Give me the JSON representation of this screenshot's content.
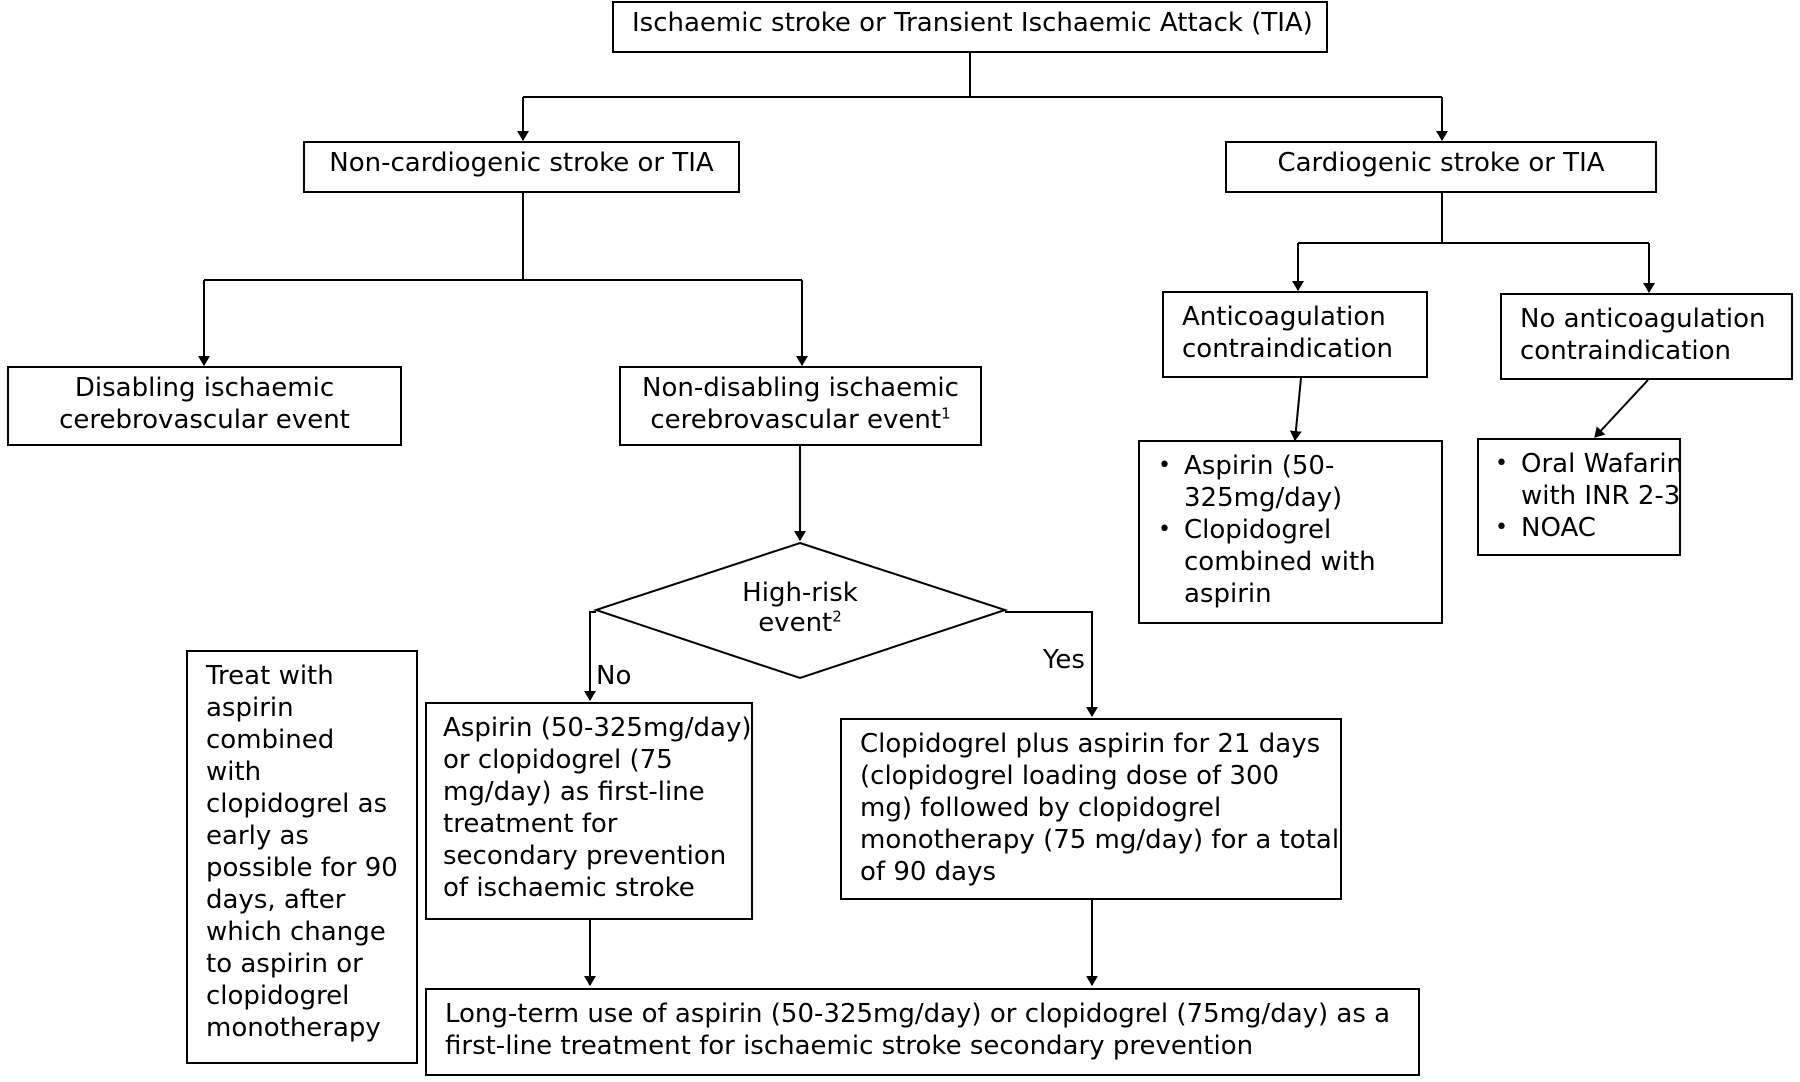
{
  "nodes": {
    "root": {
      "line1": "Ischaemic stroke or Transient Ischaemic Attack (TIA)"
    },
    "non_cardiogenic": {
      "line1": "Non-cardiogenic stroke or TIA"
    },
    "cardiogenic": {
      "line1": "Cardiogenic stroke or TIA"
    },
    "disabling": {
      "line1": "Disabling ischaemic",
      "line2": "cerebrovascular event"
    },
    "non_disabling": {
      "line1": "Non-disabling ischaemic",
      "line2": "cerebrovascular event",
      "sup": "1"
    },
    "anticoag_contra": {
      "line1": "Anticoagulation",
      "line2": "contraindication"
    },
    "no_anticoag_contra": {
      "line1": "No anticoagulation",
      "line2": "contraindication"
    },
    "high_risk": {
      "line1": "High-risk",
      "line2": "event",
      "sup": "2"
    },
    "contra_treatment": {
      "items": [
        [
          "Aspirin (50-",
          "325mg/day)"
        ],
        [
          "Clopidogrel",
          "combined with",
          "aspirin"
        ]
      ]
    },
    "no_contra_treatment": {
      "items": [
        [
          "Oral Wafarin",
          "with INR 2-3"
        ],
        [
          "NOAC"
        ]
      ]
    },
    "disabling_treatment": {
      "lines": [
        "Treat with",
        "aspirin",
        "combined",
        "with",
        "clopidogrel as",
        "early as",
        "possible for 90",
        "days, after",
        "which change",
        "to aspirin or",
        "clopidogrel",
        "monotherapy"
      ]
    },
    "no_branch": {
      "lines": [
        "Aspirin (50-325mg/day)",
        "or clopidogrel (75",
        "mg/day) as first-line",
        "treatment for",
        "secondary prevention",
        "of ischaemic stroke"
      ]
    },
    "yes_branch": {
      "lines": [
        "Clopidogrel plus aspirin for 21 days",
        "(clopidogrel loading dose of 300",
        "mg) followed by clopidogrel",
        "monotherapy (75 mg/day) for a total",
        "of 90 days"
      ]
    },
    "long_term": {
      "lines": [
        "Long-term use of aspirin (50-325mg/day) or clopidogrel (75mg/day) as a",
        "first-line treatment for ischaemic stroke secondary prevention"
      ]
    }
  },
  "edge_labels": {
    "no": "No",
    "yes": "Yes"
  }
}
